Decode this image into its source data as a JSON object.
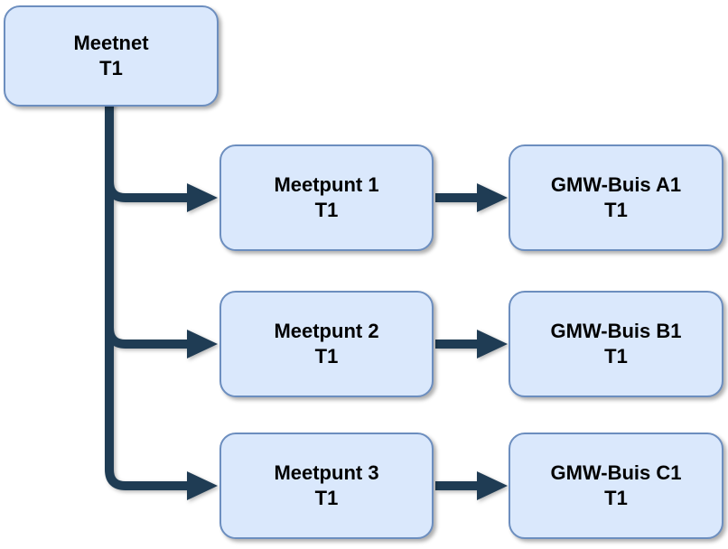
{
  "diagram": {
    "type": "tree",
    "nodes": [
      {
        "id": "meetnet",
        "line1": "Meetnet",
        "line2": "T1"
      },
      {
        "id": "meetpunt-1",
        "line1": "Meetpunt 1",
        "line2": "T1"
      },
      {
        "id": "gmw-buis-a1",
        "line1": "GMW-Buis A1",
        "line2": "T1"
      },
      {
        "id": "meetpunt-2",
        "line1": "Meetpunt 2",
        "line2": "T1"
      },
      {
        "id": "gmw-buis-b1",
        "line1": "GMW-Buis B1",
        "line2": "T1"
      },
      {
        "id": "meetpunt-3",
        "line1": "Meetpunt 3",
        "line2": "T1"
      },
      {
        "id": "gmw-buis-c1",
        "line1": "GMW-Buis C1",
        "line2": "T1"
      }
    ],
    "edges": [
      {
        "from": "meetnet",
        "to": "meetpunt-1"
      },
      {
        "from": "meetnet",
        "to": "meetpunt-2"
      },
      {
        "from": "meetnet",
        "to": "meetpunt-3"
      },
      {
        "from": "meetpunt-1",
        "to": "gmw-buis-a1"
      },
      {
        "from": "meetpunt-2",
        "to": "gmw-buis-b1"
      },
      {
        "from": "meetpunt-3",
        "to": "gmw-buis-c1"
      }
    ],
    "colors": {
      "node_fill": "#dae8fc",
      "node_border": "#6c8ebf",
      "connector": "#1f3c54",
      "text": "#000000",
      "background": "#ffffff"
    }
  }
}
